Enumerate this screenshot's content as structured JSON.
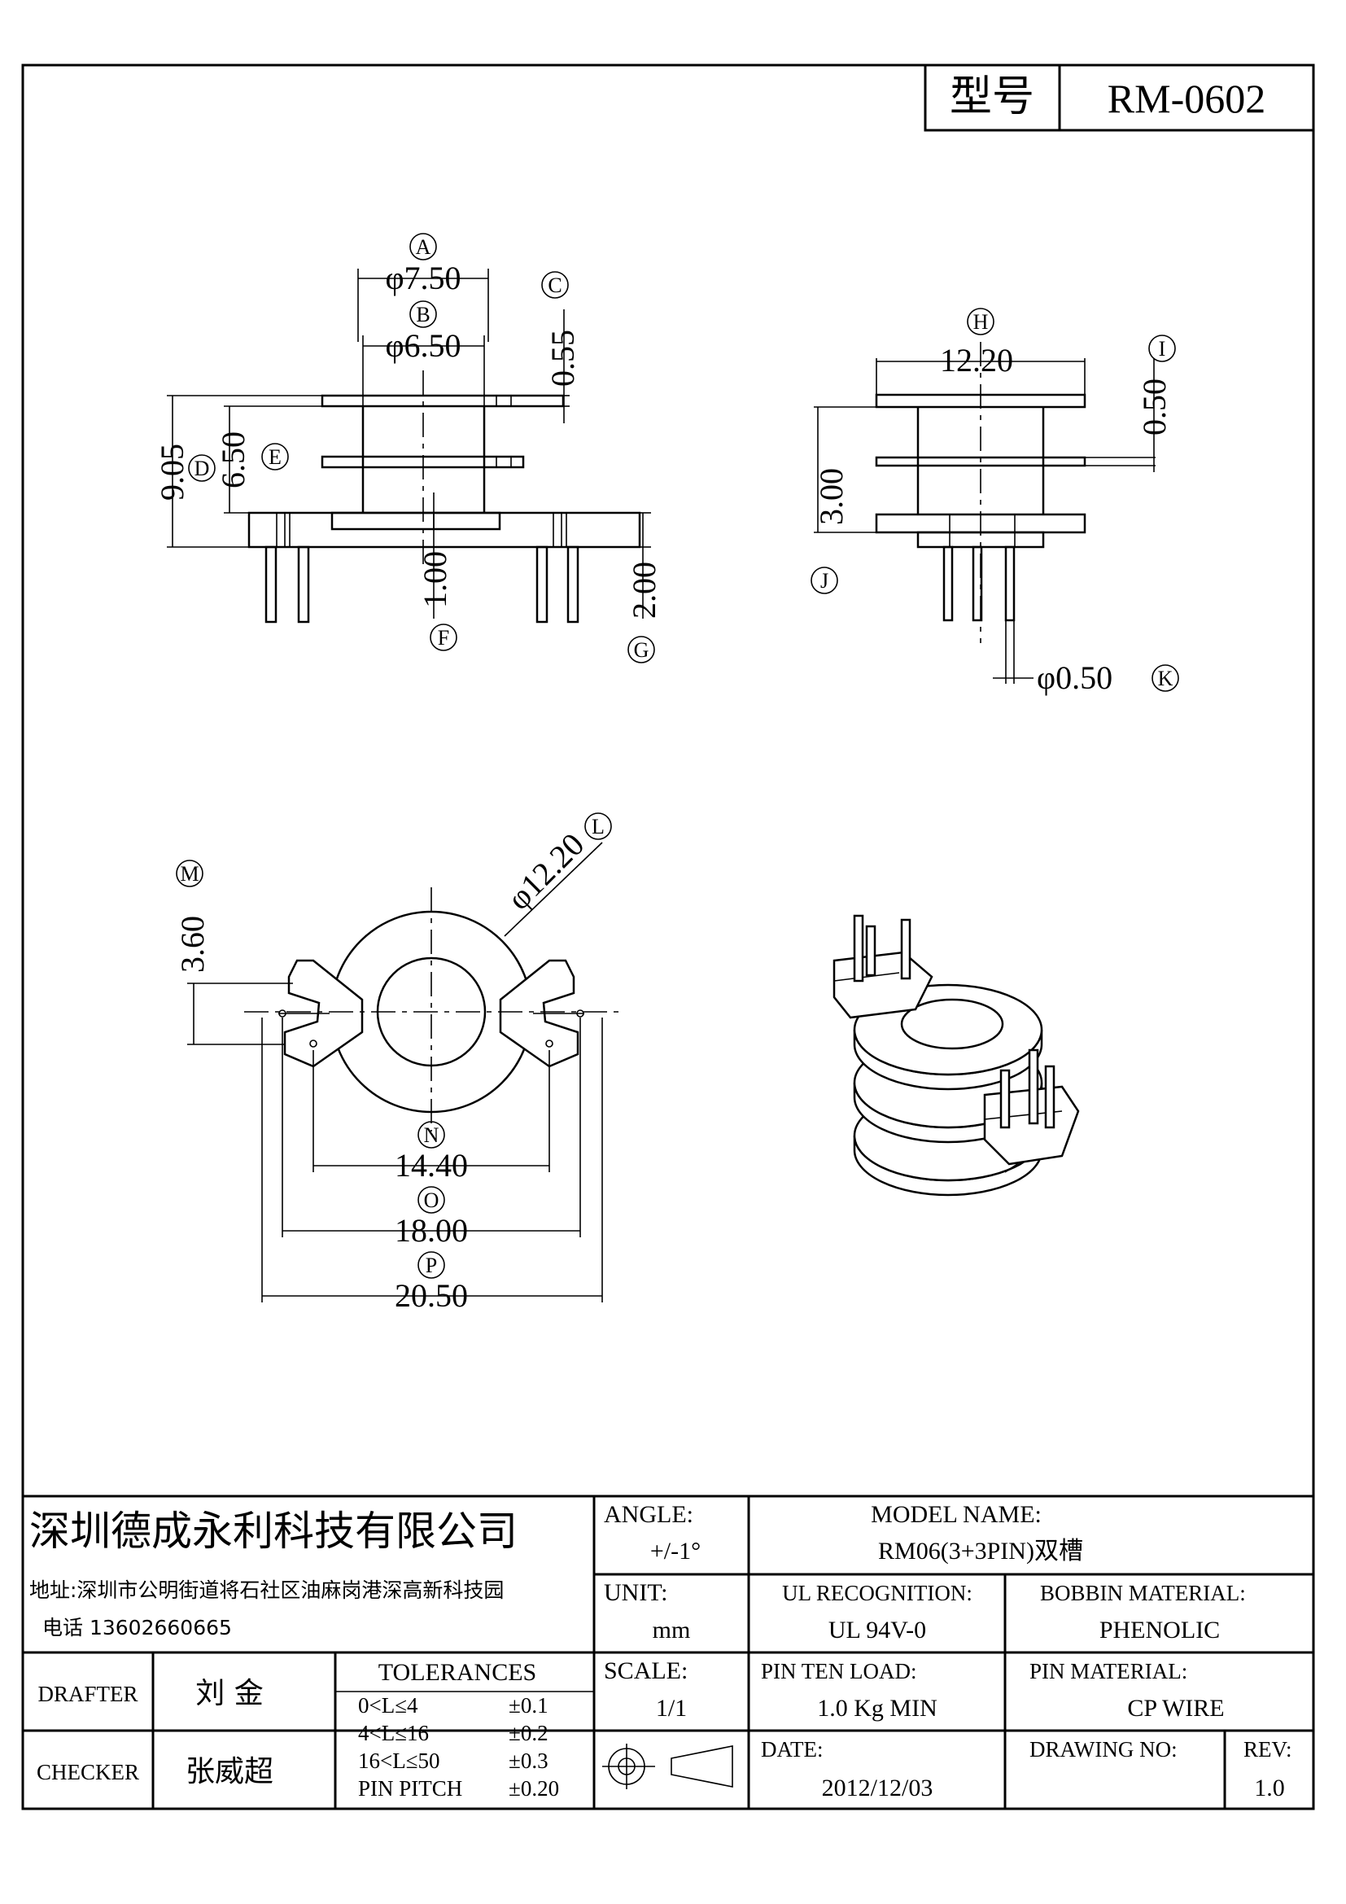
{
  "header": {
    "model_label": "型号",
    "model_code": "RM-0602"
  },
  "dimensions": {
    "A": {
      "letter": "A",
      "value": "φ7.50"
    },
    "B": {
      "letter": "B",
      "value": "φ6.50"
    },
    "C": {
      "letter": "C",
      "value": "0.55"
    },
    "D": {
      "letter": "D",
      "value": "9.05"
    },
    "E": {
      "letter": "E",
      "value": "6.50"
    },
    "F": {
      "letter": "F",
      "value": "1.00"
    },
    "G": {
      "letter": "G",
      "value": "2.00"
    },
    "H": {
      "letter": "H",
      "value": "12.20"
    },
    "I": {
      "letter": "I",
      "value": "0.50"
    },
    "J": {
      "letter": "J",
      "value": "3.00"
    },
    "K": {
      "letter": "K",
      "value": "φ0.50"
    },
    "L": {
      "letter": "L",
      "value": "φ12.20"
    },
    "M": {
      "letter": "M",
      "value": "3.60"
    },
    "N": {
      "letter": "N",
      "value": "14.40"
    },
    "O": {
      "letter": "O",
      "value": "18.00"
    },
    "P": {
      "letter": "P",
      "value": "20.50"
    }
  },
  "title_block": {
    "company": "深圳德成永利科技有限公司",
    "address": "地址:深圳市公明街道将石社区油麻岗港深高新科技园",
    "phone": "电话 13602660665",
    "angle_label": "ANGLE:",
    "angle_value": "+/-1°",
    "model_name_label": "MODEL NAME:",
    "model_name_value": "RM06(3+3PIN)双槽",
    "unit_label": "UNIT:",
    "unit_value": "mm",
    "ul_label": "UL RECOGNITION:",
    "ul_value": "UL 94V-0",
    "bobbin_label": "BOBBIN MATERIAL:",
    "bobbin_value": "PHENOLIC",
    "drafter_label": "DRAFTER",
    "drafter_name": "刘 金",
    "checker_label": "CHECKER",
    "checker_name": "张威超",
    "tolerances_label": "TOLERANCES",
    "tolerances": [
      {
        "range": "0<L≤4",
        "value": "±0.1"
      },
      {
        "range": "4<L≤16",
        "value": "±0.2"
      },
      {
        "range": "16<L≤50",
        "value": "±0.3"
      },
      {
        "range": "PIN PITCH",
        "value": "±0.20"
      }
    ],
    "scale_label": "SCALE:",
    "scale_value": "1/1",
    "pin_load_label": "PIN TEN LOAD:",
    "pin_load_value": "1.0 Kg MIN",
    "pin_material_label": "PIN MATERIAL:",
    "pin_material_value": "CP WIRE",
    "date_label": "DATE:",
    "date_value": "2012/12/03",
    "drawing_no_label": "DRAWING NO:",
    "drawing_no_value": "",
    "rev_label": "REV:",
    "rev_value": "1.0"
  }
}
